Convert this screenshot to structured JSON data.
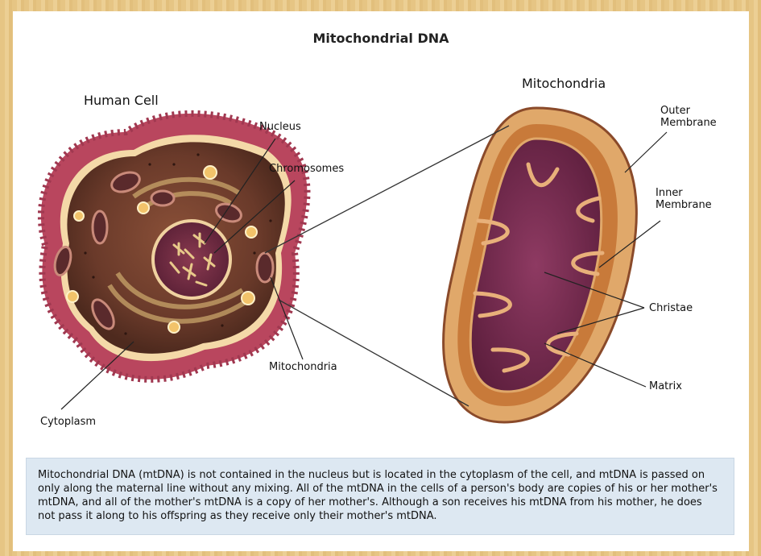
{
  "title": "Mitochondrial DNA",
  "left_heading": "Human Cell",
  "right_heading": "Mitochondria",
  "labels": {
    "nucleus": "Nucleus",
    "chromosomes": "Chromosomes",
    "mitochondria": "Mitochondria",
    "cytoplasm": "Cytoplasm",
    "outer_membrane": "Outer\nMembrane",
    "inner_membrane": "Inner\nMembrane",
    "christae": "Christae",
    "matrix": "Matrix"
  },
  "description": "Mitochondrial DNA (mtDNA) is not contained in the nucleus but is located in the cytoplasm of the cell, and mtDNA is passed on only along the maternal line without any mixing. All of the mtDNA in the cells of a person's body are copies of his or her mother's mtDNA, and all of the mother's mtDNA is a copy of her mother's. Although a son receives his mtDNA from his mother, he does not pass it along to his offspring as they receive only their mother's mtDNA.",
  "colors": {
    "cell_outer": "#b9465e",
    "cytoplasm": "#6a3a2a",
    "mito_outer": "#d89a5a",
    "matrix": "#7a2a4e",
    "description_bg": "#dde8f2"
  }
}
